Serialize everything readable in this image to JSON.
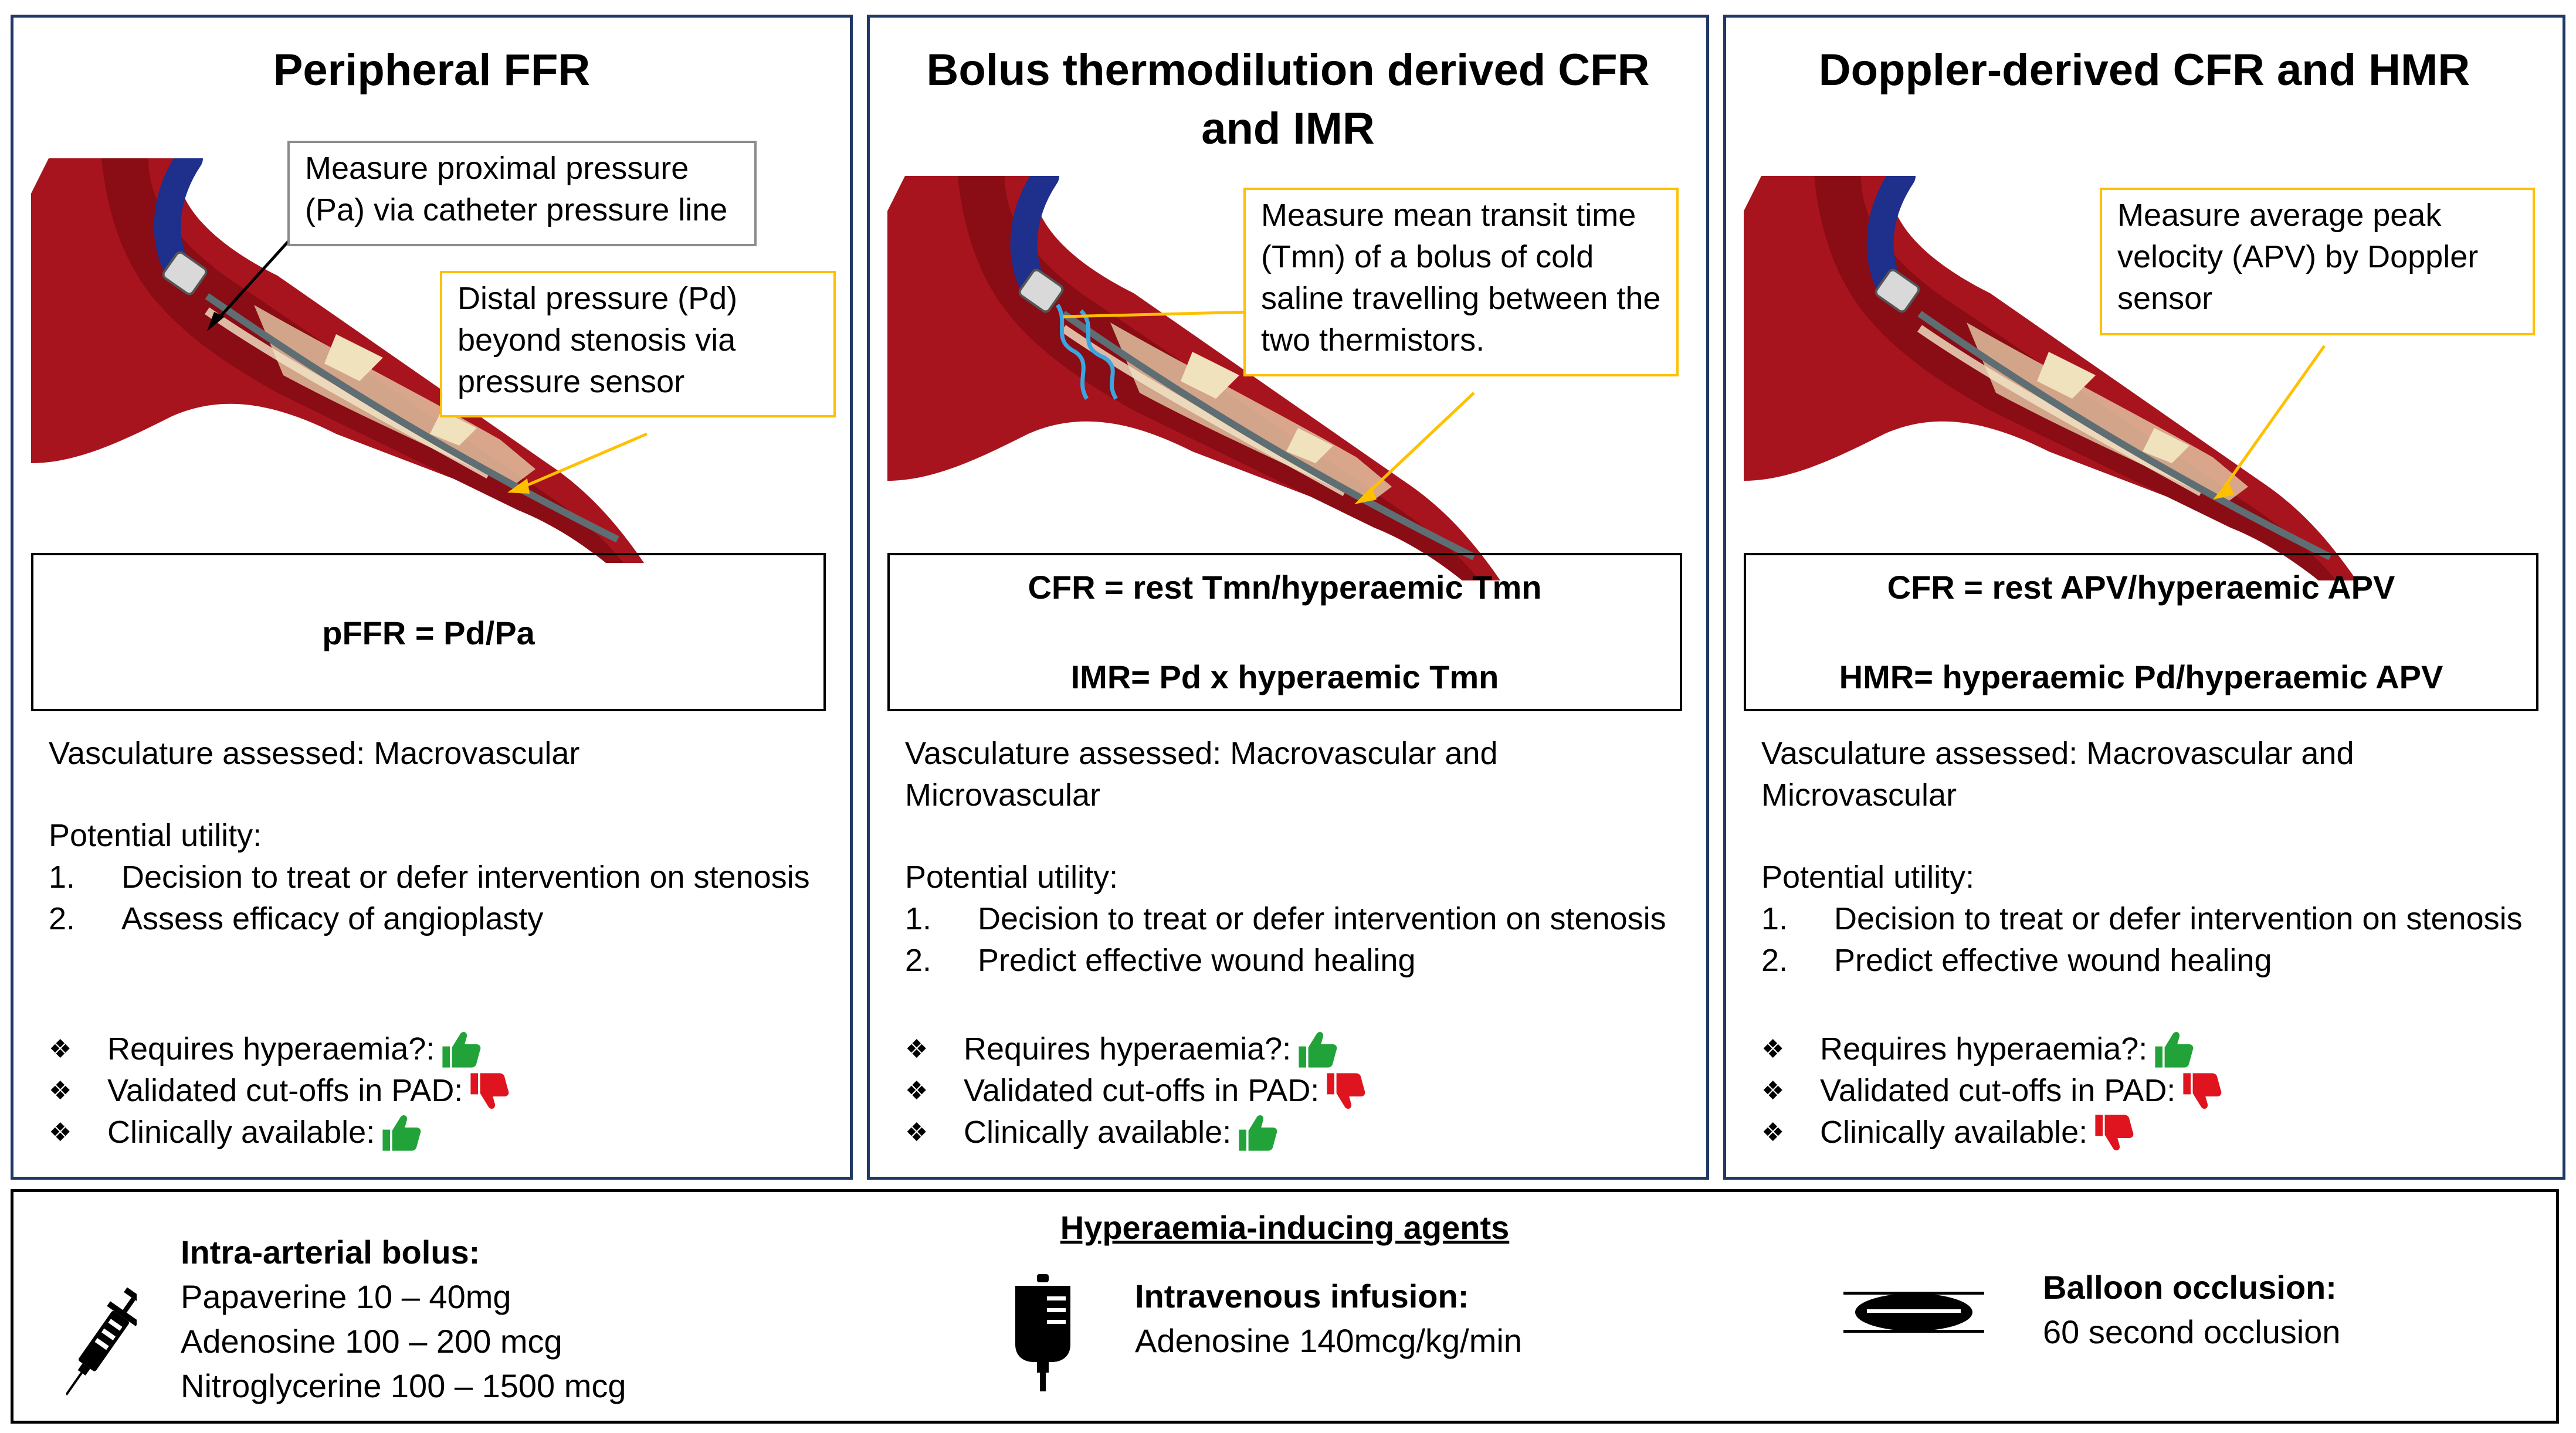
{
  "panels": [
    {
      "title": "Peripheral FFR",
      "callouts": [
        "Measure proximal pressure (Pa) via catheter pressure line",
        "Distal pressure (Pd) beyond stenosis via pressure sensor"
      ],
      "formulas": [
        "pFFR = Pd/Pa"
      ],
      "vasculature": "Vasculature assessed: Macrovascular",
      "utility_label": "Potential utility:",
      "utility": [
        "Decision to treat or defer intervention on stenosis",
        "Assess efficacy of angioplasty"
      ],
      "checks": [
        {
          "label": "Requires hyperaemia?:",
          "icon": "thumbs-up-icon",
          "color": "#22a33a"
        },
        {
          "label": "Validated cut-offs in PAD:",
          "icon": "thumbs-down-icon",
          "color": "#e0141e"
        },
        {
          "label": "Clinically available:",
          "icon": "thumbs-up-icon",
          "color": "#22a33a"
        }
      ]
    },
    {
      "title": "Bolus thermodilution derived CFR and IMR",
      "callouts": [
        "Measure mean transit time (Tmn) of a bolus of cold saline travelling between the two thermistors."
      ],
      "formulas": [
        "CFR = rest Tmn/hyperaemic Tmn",
        "IMR= Pd x hyperaemic Tmn"
      ],
      "vasculature": "Vasculature assessed: Macrovascular and Microvascular",
      "utility_label": "Potential utility:",
      "utility": [
        "Decision to treat or defer intervention on stenosis",
        "Predict effective wound healing"
      ],
      "checks": [
        {
          "label": "Requires hyperaemia?:",
          "icon": "thumbs-up-icon",
          "color": "#22a33a"
        },
        {
          "label": "Validated cut-offs in PAD:",
          "icon": "thumbs-down-icon",
          "color": "#e0141e"
        },
        {
          "label": "Clinically available:",
          "icon": "thumbs-up-icon",
          "color": "#22a33a"
        }
      ]
    },
    {
      "title": "Doppler-derived CFR and HMR",
      "callouts": [
        "Measure average peak velocity (APV) by Doppler sensor"
      ],
      "formulas": [
        "CFR = rest APV/hyperaemic APV",
        "HMR= hyperaemic Pd/hyperaemic APV"
      ],
      "vasculature": "Vasculature assessed: Macrovascular and Microvascular",
      "utility_label": "Potential utility:",
      "utility": [
        "Decision to treat or defer intervention on stenosis",
        "Predict effective wound healing"
      ],
      "checks": [
        {
          "label": "Requires hyperaemia?:",
          "icon": "thumbs-up-icon",
          "color": "#22a33a"
        },
        {
          "label": "Validated cut-offs in PAD:",
          "icon": "thumbs-down-icon",
          "color": "#e0141e"
        },
        {
          "label": "Clinically available:",
          "icon": "thumbs-down-icon",
          "color": "#e0141e"
        }
      ]
    }
  ],
  "agents": {
    "title": "Hyperaemia-inducing agents",
    "groups": [
      {
        "title": "Intra-arterial bolus:",
        "icon": "syringe-icon",
        "items": [
          "Papaverine 10 – 40mg",
          "Adenosine 100 – 200 mcg",
          "Nitroglycerine 100 – 1500 mcg"
        ]
      },
      {
        "title": "Intravenous infusion:",
        "icon": "iv-bag-icon",
        "items": [
          "Adenosine 140mcg/kg/min"
        ]
      },
      {
        "title": "Balloon occlusion:",
        "icon": "balloon-cuff-icon",
        "items": [
          "60 second occlusion"
        ]
      }
    ]
  },
  "colors": {
    "panel_border": "#1f3864",
    "callout_yellow": "#ffc000",
    "callout_grey": "#8c8c8c",
    "artery": "#a8141e",
    "catheter": "#1f2f8c",
    "thermal": "#3aa6e0"
  }
}
